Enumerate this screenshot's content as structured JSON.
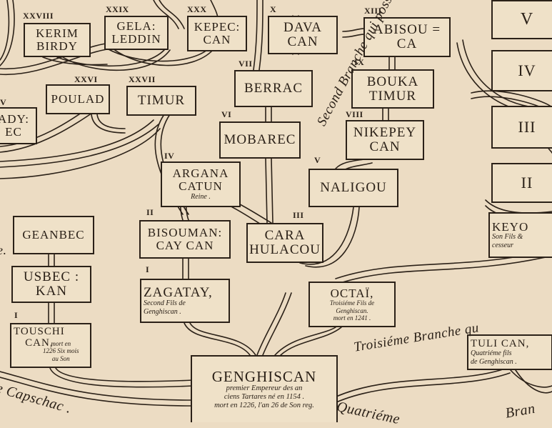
{
  "colors": {
    "paper": "#ecdcc3",
    "ink": "#2b2118",
    "box": "#efe1c8"
  },
  "numerals": {
    "n28": "XXVIII",
    "n29": "XXIX",
    "n30": "XXX",
    "n10": "X",
    "n13": "XIII",
    "n26": "XXVI",
    "n27": "XXVII",
    "n7": "VII",
    "n9": "IX",
    "n6": "VI",
    "n8": "VIII",
    "n4": "IV",
    "n5": "V",
    "n2": "II",
    "n3": "III",
    "n1a": "I",
    "n1b": "I",
    "n_left": "V"
  },
  "boxes": {
    "kerim": {
      "name": "KERIM\nBIRDY"
    },
    "gela": {
      "name": "GELA:\nLEDDIN"
    },
    "kepec": {
      "name": "KEPEC:\nCAN"
    },
    "dava": {
      "name": "DAVA\nCAN"
    },
    "abisou": {
      "name": "ABISOU =\nCA"
    },
    "poulad": {
      "name": "POULAD"
    },
    "timur": {
      "name": "TIMUR"
    },
    "ady": {
      "name": "ADY:\nEC"
    },
    "berrac": {
      "name": "BERRAC"
    },
    "bouka": {
      "name": "BOUKA\nTIMUR"
    },
    "mobarec": {
      "name": "MOBAREC"
    },
    "nikepey": {
      "name": "NIKEPEY\nCAN"
    },
    "argana": {
      "name": "ARGANA\nCATUN",
      "note": "Reine ."
    },
    "naligou": {
      "name": "NALIGOU"
    },
    "geanbec": {
      "name": "GEANBEC"
    },
    "bisouman": {
      "name": "BISOUMAN:\nCAY CAN"
    },
    "cara": {
      "name": "CARA\nHULACOU"
    },
    "usbec": {
      "name": "USBEC :\nKAN"
    },
    "zagatay": {
      "name": "ZAGATAY,",
      "note": "Second Fils de\nGenghiscan ."
    },
    "octai": {
      "name": "OCTAÏ,",
      "note": "Troisiéme Fils de\nGenghiscan.\nmort en 1241 ."
    },
    "touschi": {
      "name": "TOUSCHI\nCAN,",
      "note": "mort en\n1226 Six mois\nau Son"
    },
    "genghis": {
      "name": "GENGHISCAN",
      "note": "premier Empereur des an\nciens Tartares né en 1154 .\nmort en 1226, l'an 26 de Son reg."
    },
    "tuli": {
      "name": "TULI CAN,",
      "note": "Quatriéme fils\nde Genghiscan ."
    },
    "keyou": {
      "name": "KEYO",
      "note": "Son Fils &\ncesseur"
    },
    "r5": {
      "name": "V"
    },
    "r4": {
      "name": "IV"
    },
    "r3": {
      "name": "III"
    },
    "r2": {
      "name": "II"
    }
  },
  "labels": {
    "second_branch": "Second Branche qui posséda la T",
    "troisieme": "Troisiéme Branche qu",
    "quatrieme": "Quatriéme",
    "capschac": "e Capschac .",
    "bran": "Bran",
    "dot": "e."
  }
}
